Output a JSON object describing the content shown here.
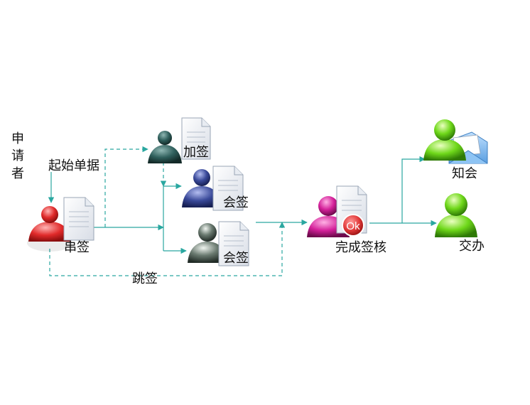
{
  "labels": {
    "applicant": "申请者",
    "start_doc": "起始单据",
    "serial_sign": "串签",
    "add_sign": "加签",
    "joint_sign_1": "会签",
    "joint_sign_2": "会签",
    "skip_sign": "跳签",
    "complete": "完成签核",
    "notify": "知会",
    "handover": "交办",
    "ok_badge": "Ok"
  },
  "colors": {
    "line": "#2aa7a0",
    "serial_person": "#e02a2a",
    "add_person": "#2f5f5c",
    "joint_person_1": "#3a4a9a",
    "joint_person_2": "#6a7a70",
    "complete_person": "#d4209a",
    "notify_person": "#6fd81a",
    "handover_person": "#6fd81a",
    "ok_badge": "#e23a3a"
  },
  "icons": {
    "person": "person-icon",
    "document": "document-icon",
    "envelope": "envelope-icon"
  }
}
